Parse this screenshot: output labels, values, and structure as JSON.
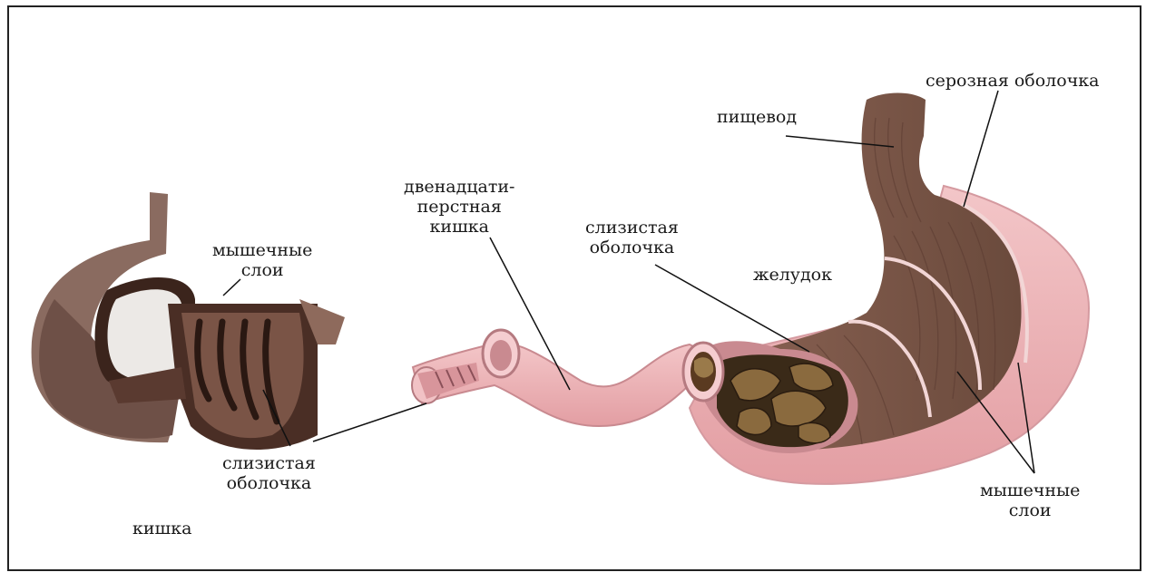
{
  "labels": {
    "muscle_layers_left": [
      "мышечные",
      "слои"
    ],
    "mucosa_left": [
      "слизистая",
      "оболочка"
    ],
    "intestine": "кишка",
    "duodenum": [
      "двенадцати-",
      "перстная",
      "кишка"
    ],
    "mucosa_center": [
      "слизистая",
      "оболочка"
    ],
    "esophagus": "пищевод",
    "serosa": "серозная оболочка",
    "stomach": "желудок",
    "muscle_layers_right": [
      "мышечные",
      "слои"
    ]
  },
  "colors": {
    "muscle_brown": "#7a5446",
    "dark_brown": "#3b241c",
    "pink_tissue": "#eeb8bb",
    "mucosa_tan": "#8a6a3e"
  }
}
